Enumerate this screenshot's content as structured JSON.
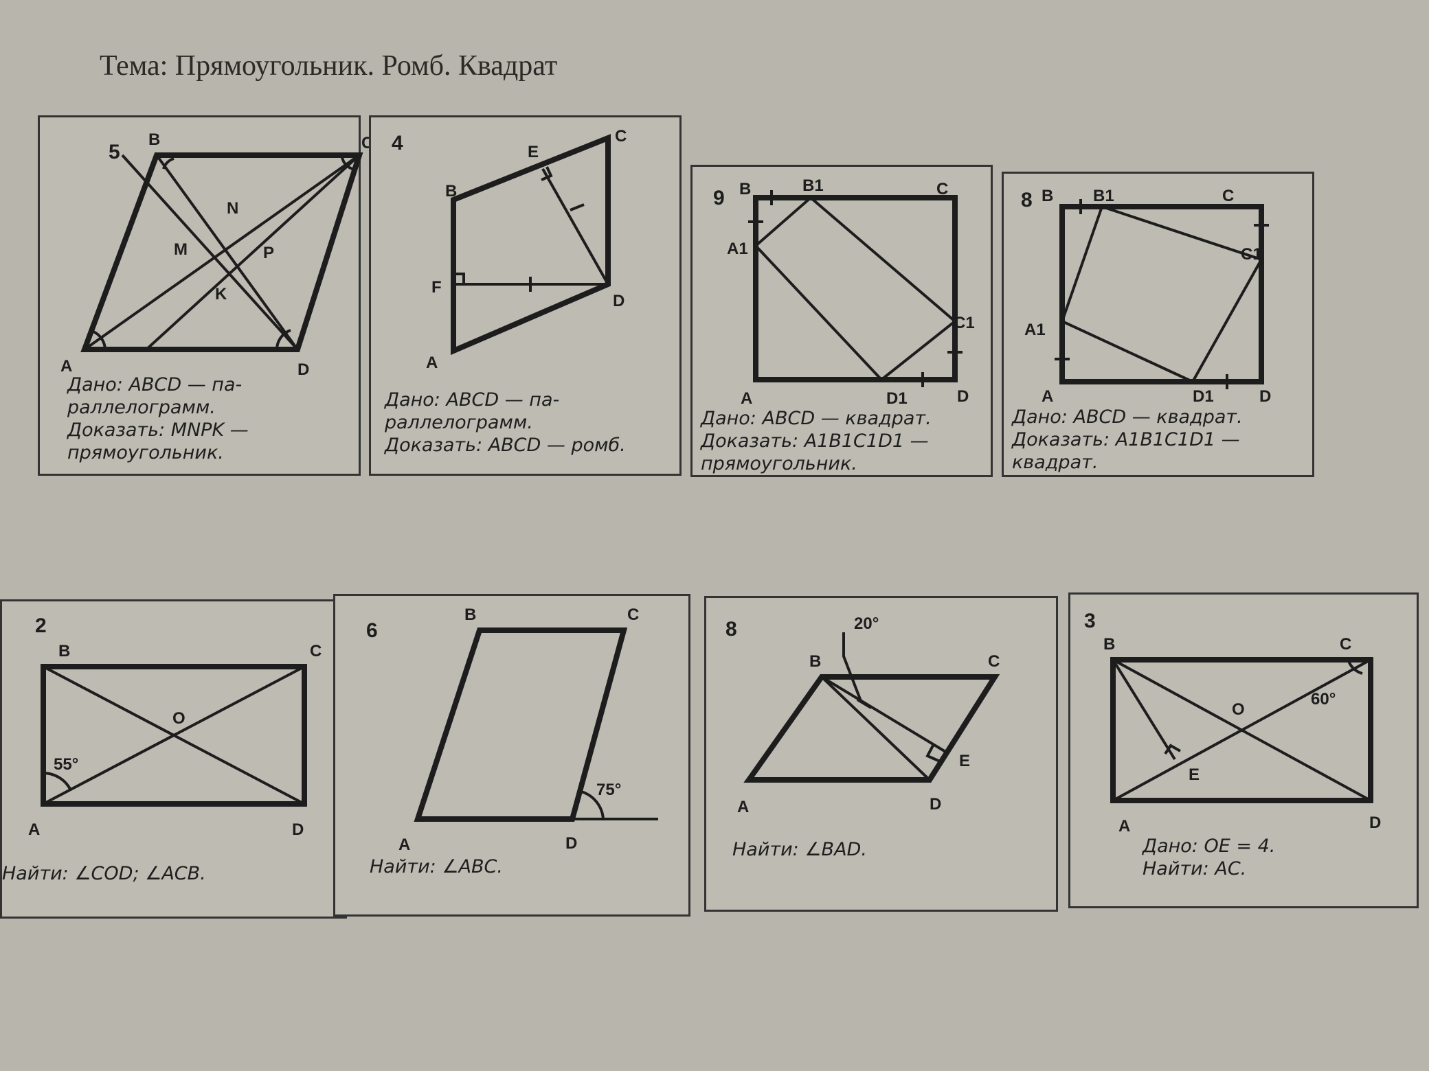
{
  "title": "Тема: Прямоугольник. Ромб. Квадрат",
  "cards": [
    {
      "number": "5",
      "labels": [
        "A",
        "B",
        "C",
        "D",
        "M",
        "N",
        "P",
        "K"
      ],
      "text": "Дано: ABCD — па-\nраллелограмм.\nДоказать: MNPK —\nпрямоугольник."
    },
    {
      "number": "4",
      "labels": [
        "A",
        "B",
        "C",
        "D",
        "E",
        "F"
      ],
      "text": "Дано: ABCD — па-\nраллелограмм.\nДоказать: ABCD — ромб."
    },
    {
      "number": "9",
      "labels": [
        "A",
        "B",
        "C",
        "D",
        "A1",
        "B1",
        "C1",
        "D1"
      ],
      "text": "Дано: ABCD — квадрат.\nДоказать: A1B1C1D1 —\nпрямоугольник."
    },
    {
      "number": "8",
      "labels": [
        "A",
        "B",
        "C",
        "D",
        "A1",
        "B1",
        "C1",
        "D1"
      ],
      "text": "Дано: ABCD — квадрат.\nДоказать: A1B1C1D1 —\nквадрат."
    },
    {
      "number": "2",
      "labels": [
        "A",
        "B",
        "C",
        "D",
        "O"
      ],
      "angle": "55°",
      "text": "Найти: ∠COD; ∠ACB."
    },
    {
      "number": "6",
      "labels": [
        "A",
        "B",
        "C",
        "D"
      ],
      "angle": "75°",
      "text": "Найти: ∠ABC."
    },
    {
      "number": "8",
      "labels": [
        "A",
        "B",
        "C",
        "D",
        "E"
      ],
      "angle": "20°",
      "text": "Найти: ∠BAD."
    },
    {
      "number": "3",
      "labels": [
        "A",
        "B",
        "C",
        "D",
        "O",
        "E"
      ],
      "angle": "60°",
      "text": "Дано: OE = 4.\nНайти: AC."
    }
  ]
}
